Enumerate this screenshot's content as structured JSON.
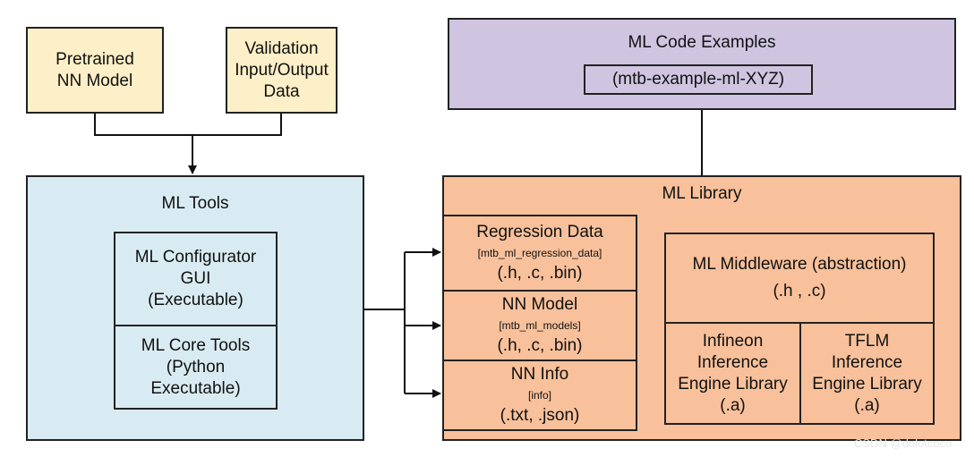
{
  "pretrained": {
    "line1": "Pretrained",
    "line2": "NN Model"
  },
  "validation": {
    "line1": "Validation",
    "line2": "Input/Output",
    "line3": "Data"
  },
  "code_examples": {
    "title": "ML Code Examples",
    "inner": "(mtb-example-ml-XYZ)"
  },
  "ml_tools": {
    "title": "ML Tools",
    "configurator": {
      "line1": "ML Configurator",
      "line2": "GUI",
      "line3": "(Executable)"
    },
    "core": {
      "line1": "ML Core Tools",
      "line2": "(Python",
      "line3": "Executable)"
    }
  },
  "ml_library": {
    "title": "ML Library",
    "regression": {
      "title": "Regression Data",
      "tag": "[mtb_ml_regression_data]",
      "files": "(.h, .c, .bin)"
    },
    "nn_model": {
      "title": "NN Model",
      "tag": "[mtb_ml_models]",
      "files": "(.h, .c, .bin)"
    },
    "nn_info": {
      "title": "NN Info",
      "tag": "[info]",
      "files": "(.txt, .json)"
    },
    "middleware": {
      "title": "ML Middleware (abstraction)",
      "files": "(.h , .c)"
    },
    "infineon": {
      "line1": "Infineon",
      "line2": "Inference",
      "line3": "Engine Library",
      "line4": "(.a)"
    },
    "tflm": {
      "line1": "TFLM",
      "line2": "Inference",
      "line3": "Engine Library",
      "line4": "(.a)"
    }
  },
  "watermark": "CSDN @dolotcoco"
}
